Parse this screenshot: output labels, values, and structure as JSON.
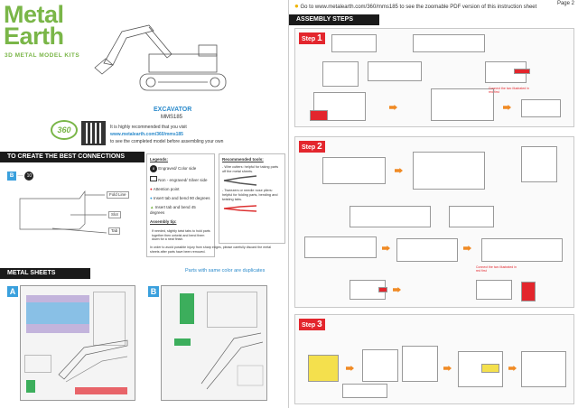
{
  "page1": {
    "logo_line1": "Metal",
    "logo_line2": "Earth",
    "logo_sub": "3D METAL MODEL KITS",
    "model_name": "EXCAVATOR",
    "model_number": "MMS185",
    "badge_360": "360",
    "rec_line1": "It is highly recommended that you visit",
    "rec_link": "www.metalearth.com/360/mms185",
    "rec_line2": "to see the completed model before assembling your own",
    "connections_title": "TO CREATE THE BEST CONNECTIONS",
    "conn_example_letter": "B",
    "conn_example_num": "10",
    "fold_line": "Fold Line",
    "slot": "Slot",
    "tab": "Tab",
    "legends_title": "Legends:",
    "legend_items": [
      "Engraved/ Color side",
      "Non - engraved/ Silver side",
      "Attention point",
      "Insert tab and bend 90 degrees",
      "Insert tab and bend 45 degrees"
    ],
    "assembly_tip_title": "Assembly tip:",
    "assembly_tip": "If needed, slightly twist tabs to hold parts together then untwist and bend them down for a neat finish.",
    "safety_tip": "In order to avoid possible injury from sharp edges, please carefully discard the metal sheets after parts have been removed.",
    "tools_title": "Recommended tools:",
    "tool1": "- Wire cutters: helpful for taking parts off the metal sheets.",
    "tool2": "- Tweezers or needle nose pliers: helpful for folding parts, bending and twisting tabs.",
    "metal_sheets_title": "METAL SHEETS",
    "sheets_note": "Parts with same color are duplicates",
    "sheet_a": "A",
    "sheet_b": "B"
  },
  "page2": {
    "goto_text": "Go to www.metalearth.com/360/mms185 to see the zoomable PDF version of this instruction sheet",
    "page_label": "Page 2",
    "assembly_title": "ASSEMBLY STEPS",
    "steps": [
      {
        "label": "Step",
        "num": "1"
      },
      {
        "label": "Step",
        "num": "2"
      },
      {
        "label": "Step",
        "num": "3"
      }
    ],
    "step1_note": "Connect the two illustrated in red first",
    "step2_note": "Connect the two illustrated in red first"
  },
  "colors": {
    "brand_green": "#7ab648",
    "step_red": "#e3262d",
    "accent_blue": "#3aa0dd",
    "arrow_orange": "#f08a24"
  }
}
